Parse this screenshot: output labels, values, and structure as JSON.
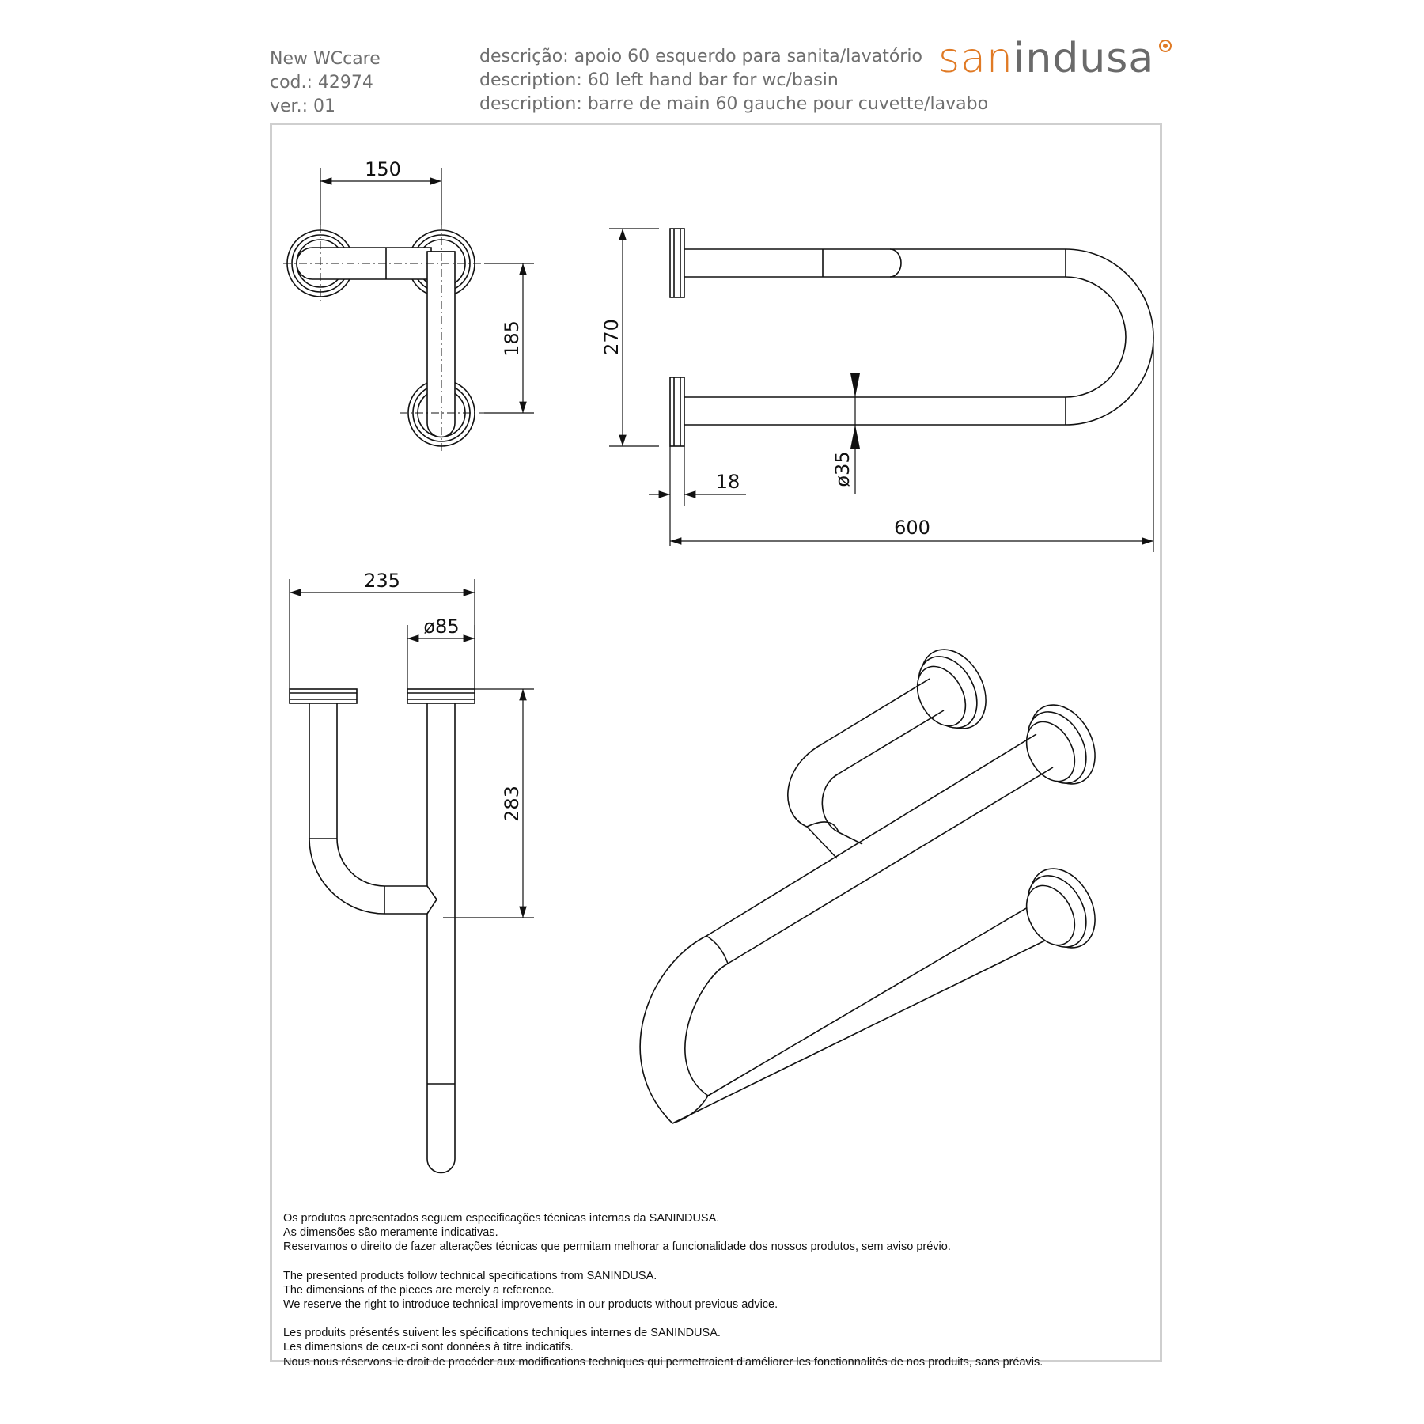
{
  "header": {
    "product_line": "New WCcare",
    "code": "cod.: 42974",
    "version": "ver.: 01",
    "description_pt": "descrição: apoio 60 esquerdo para sanita/lavatório",
    "description_en": "description: 60 left hand bar for wc/basin",
    "description_fr": "description: barre de main 60 gauche pour cuvette/lavabo"
  },
  "brand": {
    "logo_part1": "san",
    "logo_part2": "indusa",
    "accent_color": "#e07a25",
    "grey_color": "#6a6a6a"
  },
  "dimensions": {
    "top_width": "150",
    "top_depth": "185",
    "side_height": "270",
    "flange_thickness": "18",
    "tube_diameter": "ø35",
    "total_length": "600",
    "front_width": "235",
    "flange_diameter": "ø85",
    "front_height": "283"
  },
  "notes": {
    "pt": [
      "Os produtos apresentados seguem especificações técnicas internas da SANINDUSA.",
      "As dimensões são meramente indicativas.",
      "Reservamos o direito de fazer alterações técnicas que permitam melhorar a funcionalidade dos nossos produtos, sem aviso prévio."
    ],
    "en": [
      "The presented products follow technical specifications from SANINDUSA.",
      "The dimensions of the pieces are merely a reference.",
      "We reserve the right to introduce technical improvements in our products without previous advice."
    ],
    "fr": [
      "Les produits présentés suivent les spécifications techniques internes de SANINDUSA.",
      "Les dimensions de ceux-ci sont données à titre indicatifs.",
      "Nous nous réservons le droit de procéder aux modifications techniques qui permettraient d'améliorer les fonctionnalités de nos produits, sans préavis."
    ]
  }
}
